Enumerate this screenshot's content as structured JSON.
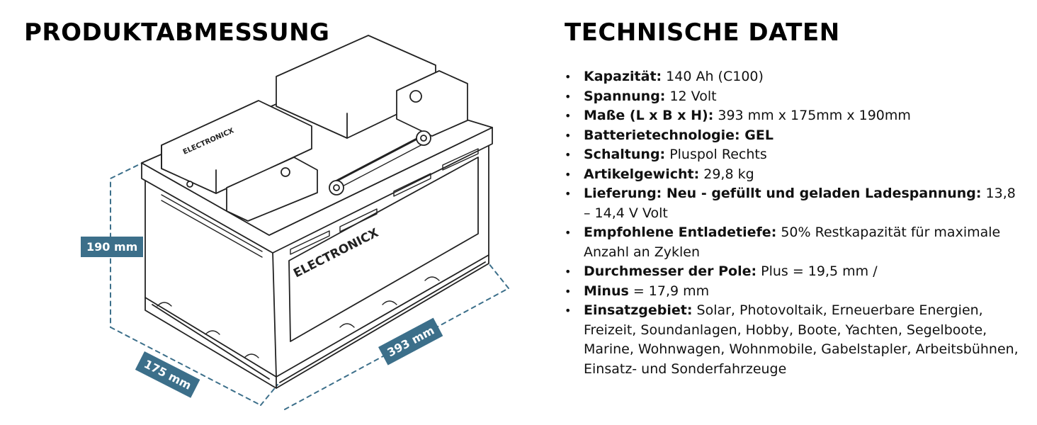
{
  "left": {
    "title": "PRODUKTABMESSUNG"
  },
  "right": {
    "title": "TECHNISCHE DATEN"
  },
  "battery": {
    "brand": "ELECTRONICX"
  },
  "dimensions": {
    "height": "190 mm",
    "width": "175 mm",
    "length": "393 mm"
  },
  "specs": [
    {
      "label": "Kapazität:",
      "value": " 140 Ah (C100)"
    },
    {
      "label": "Spannung:",
      "value": " 12 Volt"
    },
    {
      "label": "Maße (L x B x H):",
      "value": " 393 mm x 175mm x 190mm"
    },
    {
      "label": "Batterietechnologie: GEL",
      "value": ""
    },
    {
      "label": "Schaltung:",
      "value": " Pluspol Rechts"
    },
    {
      "label": "Artikelgewicht:",
      "value": " 29,8 kg"
    },
    {
      "label": "Lieferung: Neu - gefüllt und geladen Ladespannung:",
      "value": " 13,8 – 14,4 V Volt"
    },
    {
      "label": "Empfohlene Entladetiefe:",
      "value": " 50% Restkapazität für maximale Anzahl an Zyklen"
    },
    {
      "label": "Durchmesser der Pole:",
      "value": " Plus = 19,5 mm /"
    },
    {
      "label": "Minus",
      "value": " = 17,9 mm"
    },
    {
      "label": "Einsatzgebiet:",
      "value": " Solar, Photovoltaik, Erneuerbare Energien, Freizeit, Soundanlagen, Hobby, Boote, Yachten, Segelboote, Marine, Wohnwagen, Wohnmobile, Gabelstapler, Arbeitsbühnen, Einsatz- und Sonderfahrzeuge"
    }
  ],
  "colors": {
    "accent": "#3c6f8a",
    "line": "#222222"
  }
}
